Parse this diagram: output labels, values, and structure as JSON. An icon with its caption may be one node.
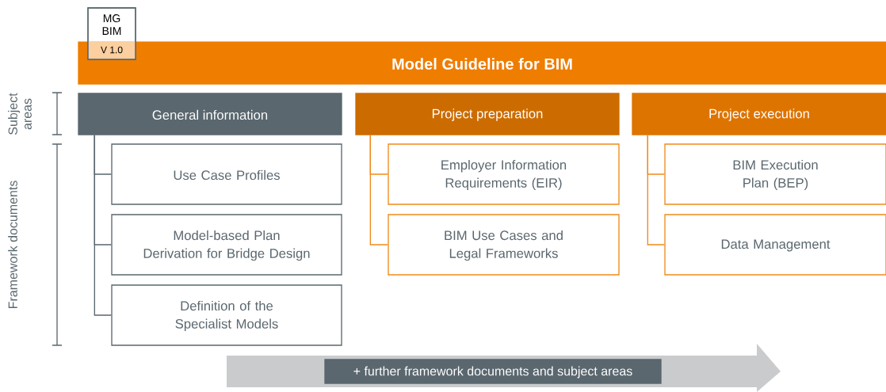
{
  "diagram": {
    "nodes": [
      {
        "text": [
          "Model Guideline for BIM"
        ]
      },
      {
        "text": [
          "MG BIM",
          "V 1.0"
        ]
      },
      {
        "text": [
          "General information"
        ]
      },
      {
        "text": [
          "Use Case Profiles"
        ]
      },
      {
        "text": [
          "Model-based Plan Derivation for Bridge Design"
        ]
      },
      {
        "text": [
          "Definition of the Specialist Models"
        ]
      },
      {
        "text": [
          "Project preparation"
        ]
      },
      {
        "text": [
          "Employer Information Requirements (EIR)"
        ]
      },
      {
        "text": [
          "BIM Use Cases and Legal Frameworks"
        ]
      },
      {
        "text": [
          "Project execution"
        ]
      },
      {
        "text": [
          "BIM Execution Plan (BEP)"
        ]
      },
      {
        "text": [
          "Data Management"
        ]
      },
      {
        "text": [
          "+ further framework documents and subject areas"
        ]
      }
    ],
    "edges": [
      {
        "from": 2,
        "to": 3,
        "arrow": "none",
        "color": "#5a676e"
      },
      {
        "from": 2,
        "to": 4,
        "arrow": "none",
        "color": "#5a676e"
      },
      {
        "from": 2,
        "to": 5,
        "arrow": "none",
        "color": "#5a676e"
      },
      {
        "from": 6,
        "to": 7,
        "arrow": "none"
      },
      {
        "from": 6,
        "to": 8,
        "arrow": "none"
      },
      {
        "from": 9,
        "to": 10,
        "arrow": "none"
      },
      {
        "from": 9,
        "to": 11,
        "arrow": "none"
      }
    ],
    "labels": [
      "Subject areas",
      "Framework documents"
    ]
  }
}
